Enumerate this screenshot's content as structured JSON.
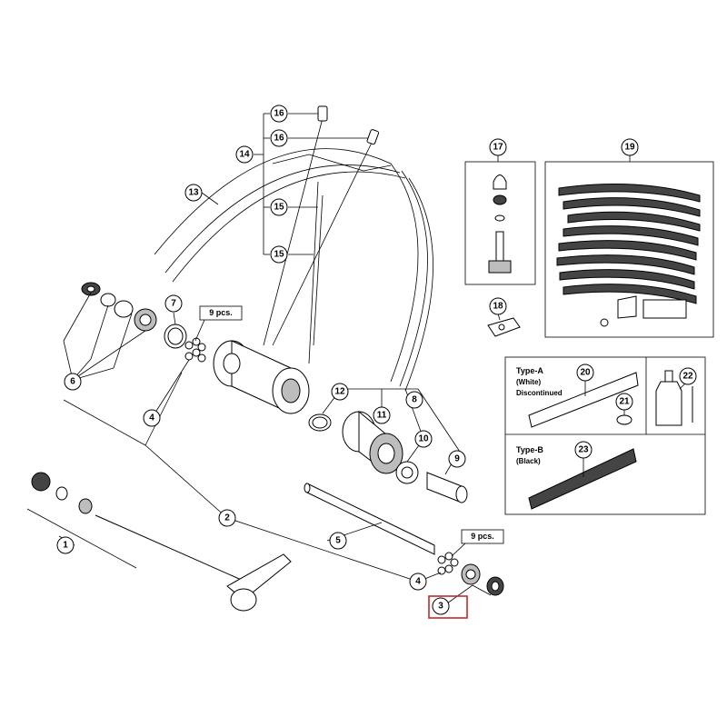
{
  "callouts": [
    "1",
    "2",
    "3",
    "4",
    "4",
    "5",
    "6",
    "7",
    "8",
    "9",
    "10",
    "11",
    "12",
    "13",
    "14",
    "15",
    "15",
    "16",
    "16",
    "17",
    "18",
    "19",
    "20",
    "21",
    "22",
    "23"
  ],
  "qty_labels": [
    "9 pcs.",
    "9 pcs."
  ],
  "type_a": {
    "title": "Type-A",
    "line2": "(White)",
    "line3": "Discontinued"
  },
  "type_b": {
    "title": "Type-B",
    "line2": "(Black)"
  },
  "highlight_callout": "3",
  "colors": {
    "line": "#000000",
    "highlight": "#c62828",
    "background": "#ffffff"
  }
}
